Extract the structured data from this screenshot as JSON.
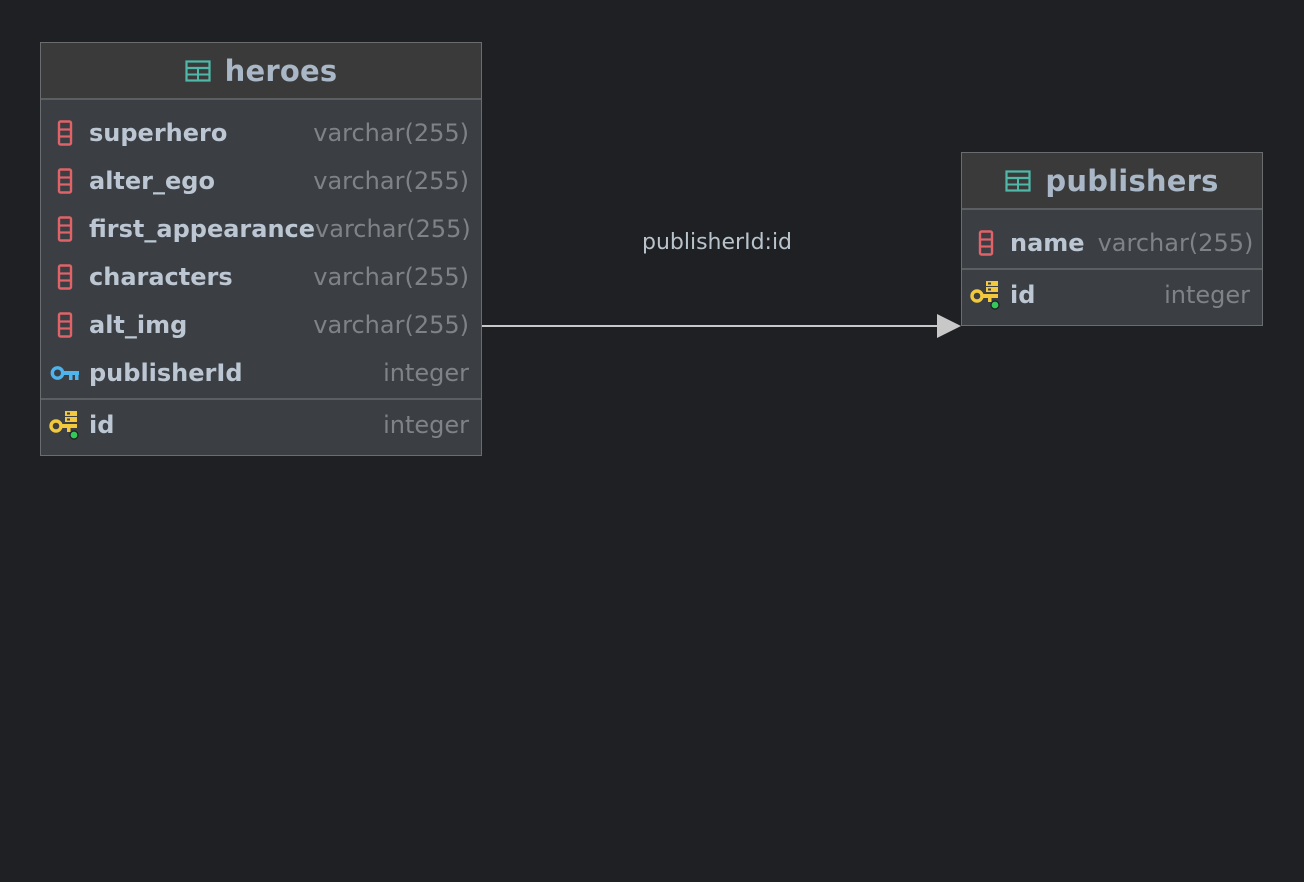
{
  "tables": {
    "heroes": {
      "name": "heroes",
      "columns": [
        {
          "name": "superhero",
          "type": "varchar(255)",
          "kind": "column"
        },
        {
          "name": "alter_ego",
          "type": "varchar(255)",
          "kind": "column"
        },
        {
          "name": "first_appearance",
          "type": "varchar(255)",
          "kind": "column"
        },
        {
          "name": "characters",
          "type": "varchar(255)",
          "kind": "column"
        },
        {
          "name": "alt_img",
          "type": "varchar(255)",
          "kind": "column"
        },
        {
          "name": "publisherId",
          "type": "integer",
          "kind": "foreign-key"
        }
      ],
      "primary_key": {
        "name": "id",
        "type": "integer"
      }
    },
    "publishers": {
      "name": "publishers",
      "columns": [
        {
          "name": "name",
          "type": "varchar(255)",
          "kind": "column"
        }
      ],
      "primary_key": {
        "name": "id",
        "type": "integer"
      }
    }
  },
  "relation": {
    "label": "publisherId:id",
    "from": "heroes.publisherId",
    "to": "publishers"
  },
  "colors": {
    "background": "#1f2023",
    "table_fill": "#3b3f43",
    "header_fill": "#3a3a3a",
    "table_icon": "#4fb8a8",
    "column_icon": "#e0636a",
    "foreign_key_icon": "#4fb3ee",
    "primary_key_icon": "#f2c93c",
    "primary_key_dot": "#34c759",
    "connector": "#c8c8c8"
  }
}
